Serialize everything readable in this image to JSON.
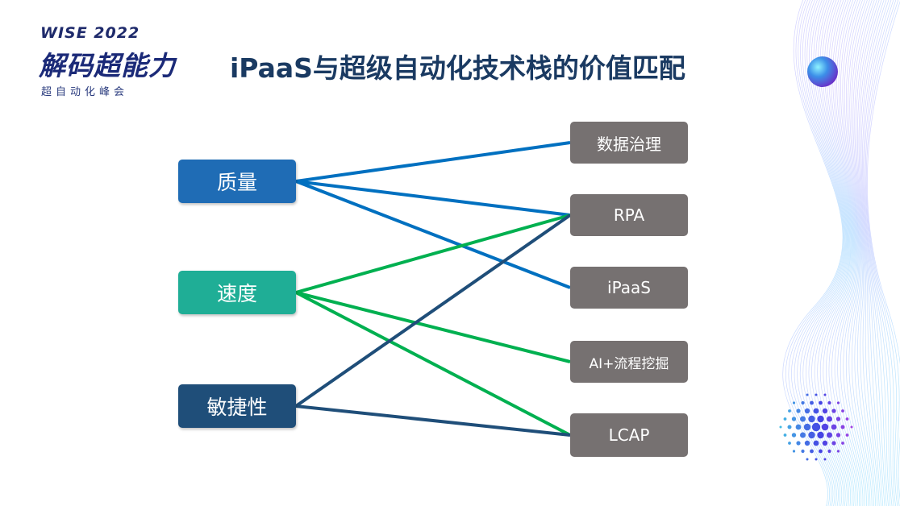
{
  "header": {
    "brand_top": "WISE 2022",
    "brand_main": "解码超能力",
    "brand_sub": "超自动化峰会",
    "title": "iPaaS与超级自动化技术栈的价值匹配"
  },
  "diagram": {
    "left_nodes": [
      {
        "id": "quality",
        "label": "质量",
        "color": "#1f6cb5"
      },
      {
        "id": "speed",
        "label": "速度",
        "color": "#1fae96"
      },
      {
        "id": "agility",
        "label": "敏捷性",
        "color": "#1f4e79"
      }
    ],
    "right_nodes": [
      {
        "id": "data-governance",
        "label": "数据治理"
      },
      {
        "id": "rpa",
        "label": "RPA"
      },
      {
        "id": "ipaas",
        "label": "iPaaS"
      },
      {
        "id": "ai-process-mining",
        "label": "AI+流程挖掘"
      },
      {
        "id": "lcap",
        "label": "LCAP"
      }
    ],
    "node_fill_right": "#767171",
    "edges": [
      {
        "from": "quality",
        "to": "data-governance",
        "color": "#0070c0"
      },
      {
        "from": "quality",
        "to": "rpa",
        "color": "#0070c0"
      },
      {
        "from": "quality",
        "to": "ipaas",
        "color": "#0070c0"
      },
      {
        "from": "speed",
        "to": "rpa",
        "color": "#00b050"
      },
      {
        "from": "speed",
        "to": "ai-process-mining",
        "color": "#00b050"
      },
      {
        "from": "speed",
        "to": "lcap",
        "color": "#00b050"
      },
      {
        "from": "agility",
        "to": "rpa",
        "color": "#1f4e79"
      },
      {
        "from": "agility",
        "to": "lcap",
        "color": "#1f4e79"
      }
    ]
  }
}
